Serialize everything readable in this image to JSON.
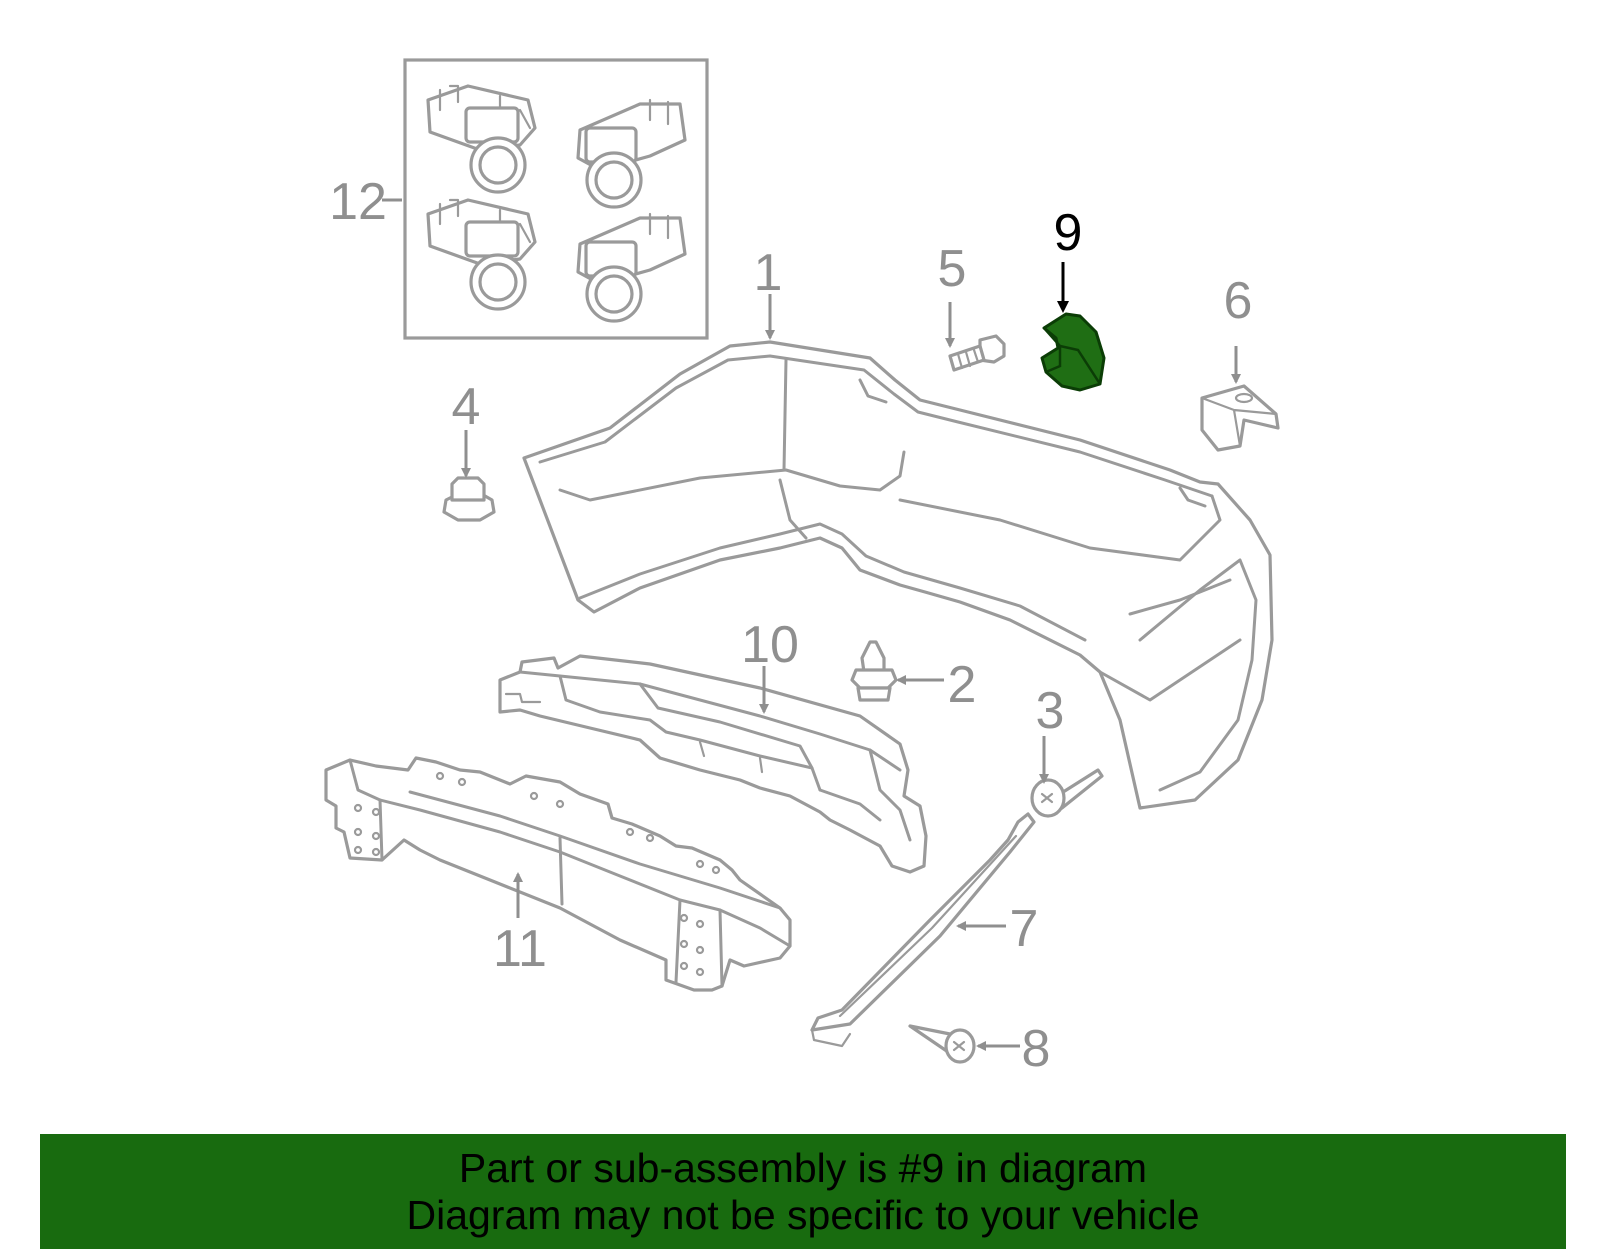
{
  "callouts": [
    {
      "id": "c1",
      "label": "1"
    },
    {
      "id": "c2",
      "label": "2"
    },
    {
      "id": "c3",
      "label": "3"
    },
    {
      "id": "c4",
      "label": "4"
    },
    {
      "id": "c5",
      "label": "5"
    },
    {
      "id": "c6",
      "label": "6"
    },
    {
      "id": "c7",
      "label": "7"
    },
    {
      "id": "c8",
      "label": "8"
    },
    {
      "id": "c9",
      "label": "9"
    },
    {
      "id": "c10",
      "label": "10"
    },
    {
      "id": "c11",
      "label": "11"
    },
    {
      "id": "c12",
      "label": "12"
    }
  ],
  "highlight": {
    "part": "9",
    "fill_color": "#1f6e14"
  },
  "banner": {
    "line1": "Part or sub-assembly is #9 in diagram",
    "line2": "Diagram may not be specific to your vehicle",
    "background_color": "#186b0f"
  },
  "line_color": "#9a9a9a"
}
